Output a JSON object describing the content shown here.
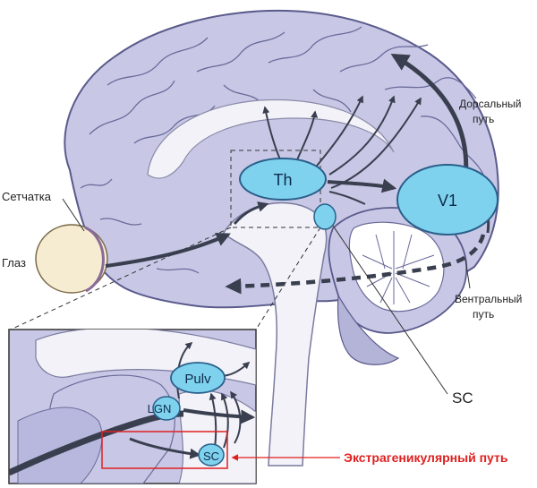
{
  "labels": {
    "retina": "Сетчатка",
    "eye": "Глаз",
    "dorsal": [
      "Дорсальный",
      "путь"
    ],
    "ventral": [
      "Вентральный",
      "путь"
    ],
    "sc_main": "SC",
    "extrageniculate": "Экстрагеникулярный путь"
  },
  "nodes": {
    "thalamus": "Th",
    "v1": "V1",
    "pulvinar": "Pulv",
    "lgn": "LGN",
    "sc_inset": "SC"
  },
  "colors": {
    "brain_fill": "#c8c8e6",
    "brain_stroke": "#5a5a8c",
    "node_fill": "#7fd2ee",
    "node_stroke": "#2a5f8a",
    "arrow": "#3a3f4f",
    "highlight": "#e02020"
  }
}
